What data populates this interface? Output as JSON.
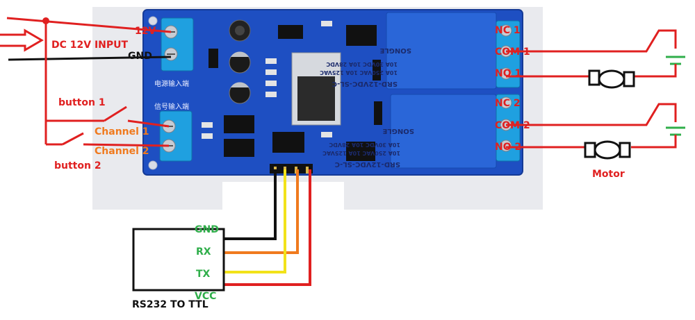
{
  "labels": {
    "v12": "12V",
    "dc_input": "DC 12V INPUT",
    "gnd_top": "GND",
    "button1": "button 1",
    "button2": "button 2",
    "channel1": "Channel 1",
    "channel2": "Channel 2",
    "nc1": "NC 1",
    "com1": "COM 1",
    "no1": "NO 1",
    "nc2": "NC 2",
    "com2": "COM 2",
    "no2": "NO 2",
    "motor": "Motor",
    "ttl_gnd": "GND",
    "ttl_rx": "RX",
    "ttl_tx": "TX",
    "ttl_vcc": "VCC",
    "module": "RS232 TO TTL"
  },
  "board_text": {
    "power_cn": "电源输入端",
    "signal_cn": "信号输入端",
    "relay_model": "SRD-12VDC-SL-C",
    "relay_rating1": "10A 250VAC 10A 125VAC",
    "relay_rating2": "10A 30VDC 10A 28VDC",
    "relay_brand": "SONGLE"
  },
  "colors": {
    "board": "#1e4fc2",
    "relay": "#2a66d8",
    "terminal": "#1fa0e0",
    "wire_red": "#e02020",
    "wire_black": "#111111",
    "wire_orange": "#f07a1e",
    "wire_yellow": "#f2e21a",
    "battery": "#2fae4a"
  }
}
